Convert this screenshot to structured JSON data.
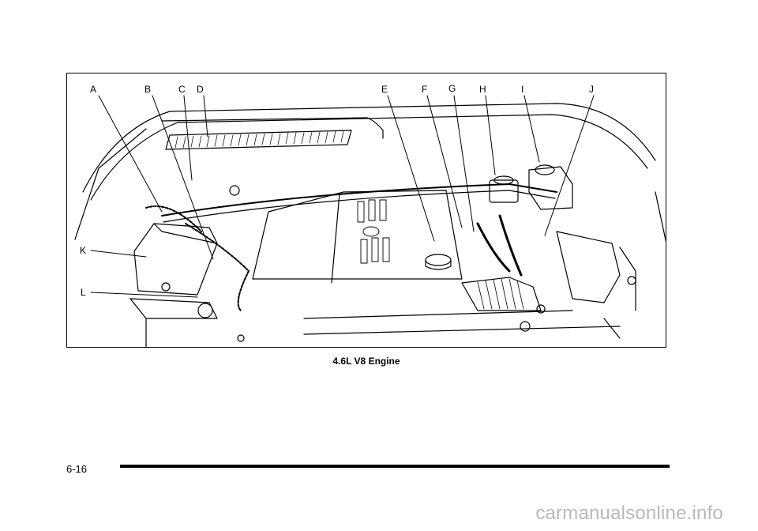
{
  "figure": {
    "callouts": {
      "A": "A",
      "B": "B",
      "C": "C",
      "D": "D",
      "E": "E",
      "F": "F",
      "G": "G",
      "H": "H",
      "I": "I",
      "J": "J",
      "K": "K",
      "L": "L"
    }
  },
  "caption": "4.6L V8 Engine",
  "page_number": "6-16",
  "watermark": "carmanualsonline.info"
}
